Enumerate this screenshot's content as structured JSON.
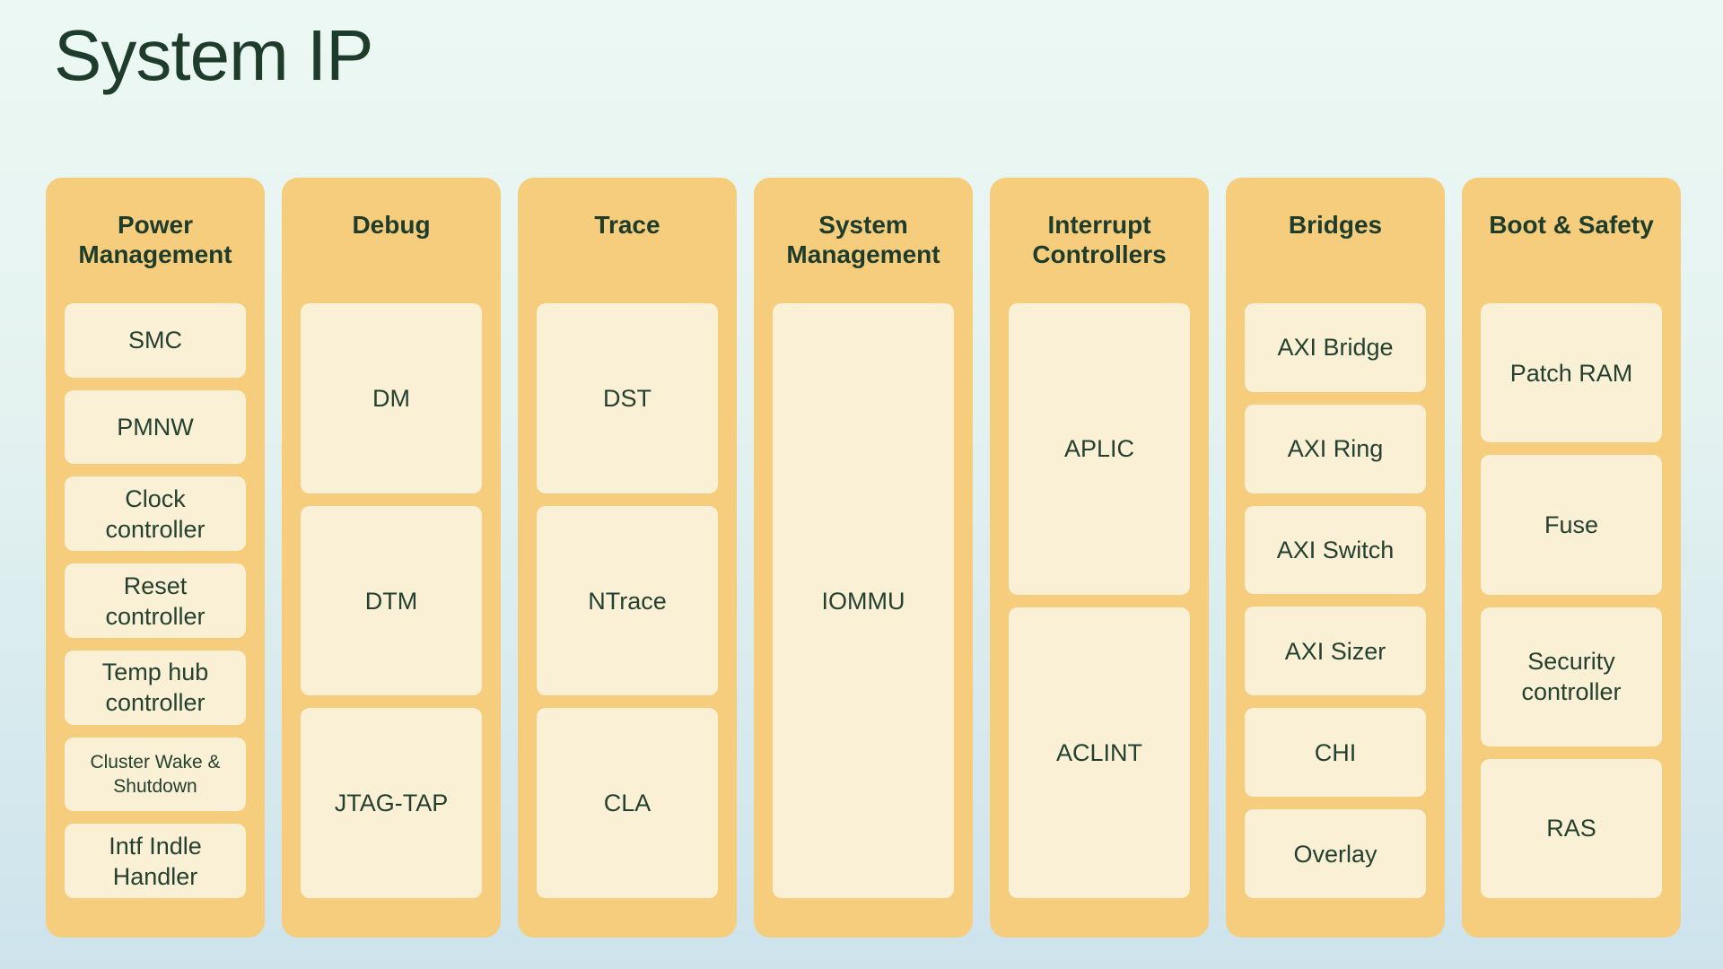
{
  "title": "System IP",
  "colors": {
    "background_top": "#ecf8f3",
    "background_bottom": "#cde3ec",
    "column_bg": "#f6cd7c",
    "item_bg": "#faf0d6",
    "heading_text": "#1e3c2b",
    "item_text": "#24402e"
  },
  "columns": [
    {
      "title": "Power Management",
      "items": [
        {
          "label": "SMC"
        },
        {
          "label": "PMNW"
        },
        {
          "label": "Clock controller"
        },
        {
          "label": "Reset controller"
        },
        {
          "label": "Temp hub controller"
        },
        {
          "label": "Cluster Wake & Shutdown",
          "small": true
        },
        {
          "label": "Intf Indle Handler"
        }
      ]
    },
    {
      "title": "Debug",
      "items": [
        {
          "label": "DM"
        },
        {
          "label": "DTM"
        },
        {
          "label": "JTAG-TAP"
        }
      ]
    },
    {
      "title": "Trace",
      "items": [
        {
          "label": "DST"
        },
        {
          "label": "NTrace"
        },
        {
          "label": "CLA"
        }
      ]
    },
    {
      "title": "System Management",
      "items": [
        {
          "label": "IOMMU"
        }
      ]
    },
    {
      "title": "Interrupt Controllers",
      "items": [
        {
          "label": "APLIC"
        },
        {
          "label": "ACLINT"
        }
      ]
    },
    {
      "title": "Bridges",
      "items": [
        {
          "label": "AXI Bridge"
        },
        {
          "label": "AXI Ring"
        },
        {
          "label": "AXI Switch"
        },
        {
          "label": "AXI Sizer"
        },
        {
          "label": "CHI"
        },
        {
          "label": "Overlay"
        }
      ]
    },
    {
      "title": "Boot & Safety",
      "items": [
        {
          "label": "Patch RAM"
        },
        {
          "label": "Fuse"
        },
        {
          "label": "Security controller"
        },
        {
          "label": "RAS"
        }
      ]
    }
  ]
}
